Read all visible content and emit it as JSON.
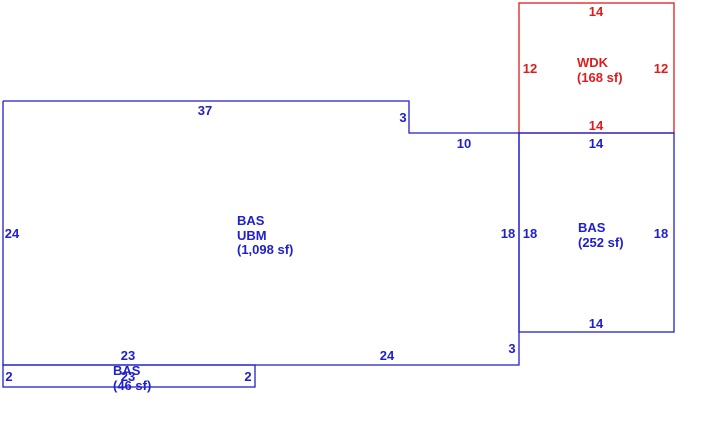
{
  "colors": {
    "structure": "#1f1fcc",
    "deck": "#e01b1b",
    "background": "#ffffff"
  },
  "main_area": {
    "code": "BAS",
    "subcode": "UBM",
    "area": "(1,098 sf)",
    "dims": {
      "top": "37",
      "notch_right": "3",
      "notch_top": "10",
      "left": "24",
      "right": "18",
      "bottom_left": "23",
      "bottom_right": "24",
      "bottom_step": "3"
    }
  },
  "right_area": {
    "code": "BAS",
    "area": "(252 sf)",
    "dims": {
      "top": "14",
      "bottom": "14",
      "left": "18",
      "right": "18"
    }
  },
  "deck": {
    "code": "WDK",
    "area": "(168 sf)",
    "dims": {
      "top": "14",
      "bottom": "14",
      "left": "12",
      "right": "12"
    }
  },
  "small_area": {
    "code": "BAS",
    "area": "(46 sf)",
    "dims": {
      "left": "2",
      "right": "2",
      "overlap": "23"
    }
  }
}
